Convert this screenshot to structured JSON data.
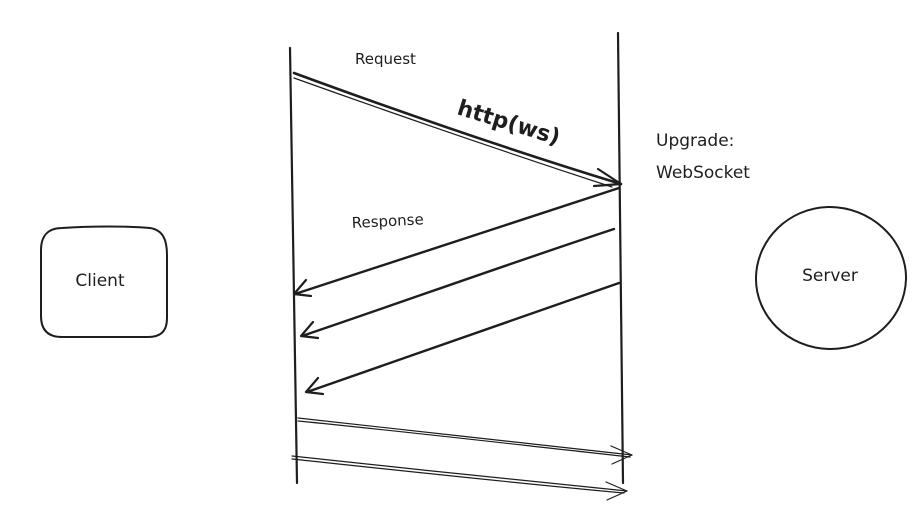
{
  "nodes": {
    "client": {
      "label": "Client"
    },
    "server": {
      "label": "Server"
    }
  },
  "messages": {
    "request": {
      "label": "Request",
      "protocol": "http(ws)"
    },
    "upgrade": {
      "line1": "Upgrade:",
      "line2": "WebSocket"
    },
    "response": {
      "label": "Response"
    }
  },
  "colors": {
    "ink": "#1e1e1e",
    "background": "#ffffff"
  }
}
